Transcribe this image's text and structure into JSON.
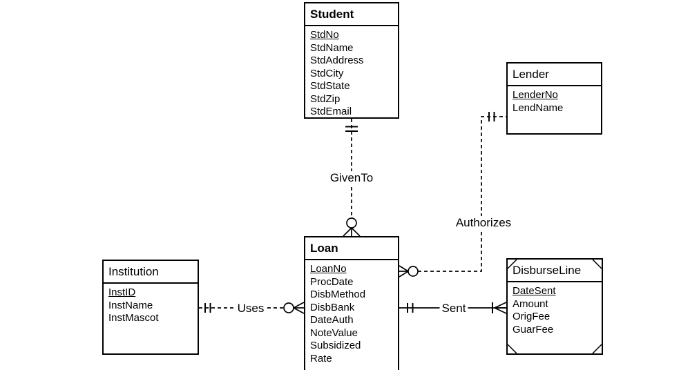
{
  "diagram": {
    "kind": "entity-relationship-diagram",
    "background_color": "#ffffff",
    "line_color": "#000000"
  },
  "entities": {
    "student": {
      "title": "Student",
      "primary_key": "StdNo",
      "weak": false,
      "attributes": [
        "StdNo",
        "StdName",
        "StdAddress",
        "StdCity",
        "StdState",
        "StdZip",
        "StdEmail"
      ]
    },
    "lender": {
      "title": "Lender",
      "primary_key": "LenderNo",
      "weak": false,
      "attributes": [
        "LenderNo",
        "LendName"
      ]
    },
    "loan": {
      "title": "Loan",
      "primary_key": "LoanNo",
      "weak": false,
      "attributes": [
        "LoanNo",
        "ProcDate",
        "DisbMethod",
        "DisbBank",
        "DateAuth",
        "NoteValue",
        "Subsidized",
        "Rate"
      ]
    },
    "institution": {
      "title": "Institution",
      "primary_key": "InstID",
      "weak": false,
      "attributes": [
        "InstID",
        "InstName",
        "InstMascot"
      ]
    },
    "disburse_line": {
      "title": "DisburseLine",
      "primary_key": "DateSent",
      "weak": true,
      "attributes": [
        "DateSent",
        "Amount",
        "OrigFee",
        "GuarFee"
      ]
    }
  },
  "relationships": {
    "given_to": {
      "label": "GivenTo",
      "from": "Student",
      "to": "Loan",
      "from_cardinality": "exactly-one",
      "to_cardinality": "zero-or-many",
      "line_style": "dashed"
    },
    "authorizes": {
      "label": "Authorizes",
      "from": "Lender",
      "to": "Loan",
      "from_cardinality": "exactly-one",
      "to_cardinality": "zero-or-many",
      "line_style": "dashed"
    },
    "uses": {
      "label": "Uses",
      "from": "Institution",
      "to": "Loan",
      "from_cardinality": "exactly-one",
      "to_cardinality": "zero-or-many",
      "line_style": "dashed"
    },
    "sent": {
      "label": "Sent",
      "from": "Loan",
      "to": "DisburseLine",
      "from_cardinality": "exactly-one",
      "to_cardinality": "one-or-many",
      "line_style": "solid"
    }
  }
}
